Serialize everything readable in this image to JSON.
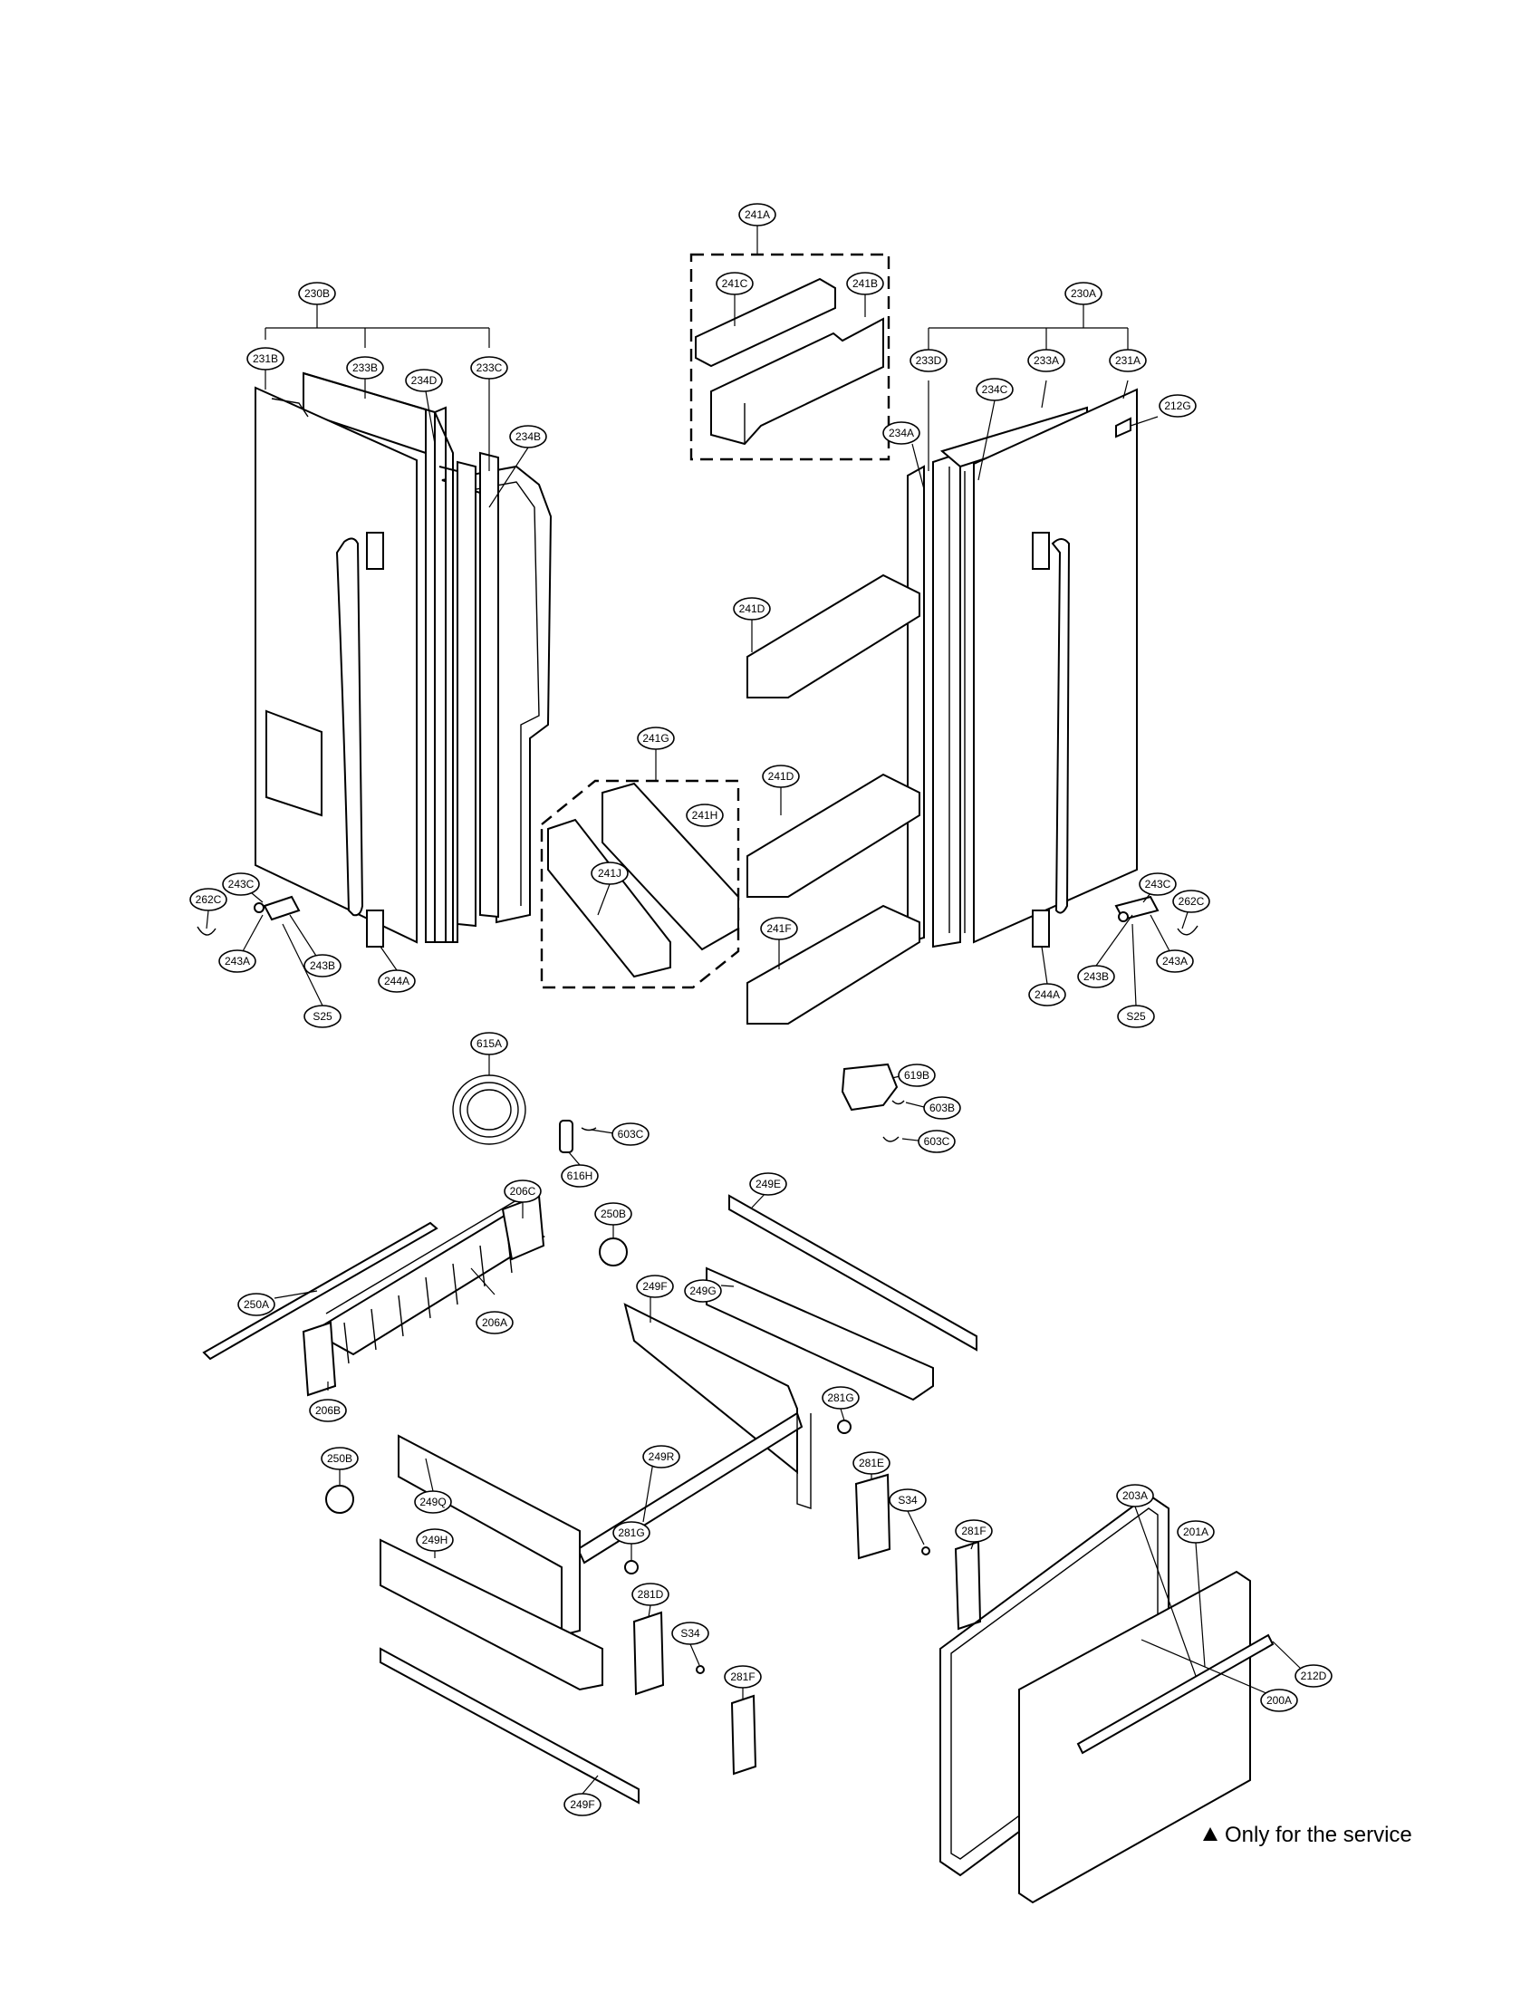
{
  "callouts": [
    {
      "id": "c241A",
      "label": "241A"
    },
    {
      "id": "c241C",
      "label": "241C"
    },
    {
      "id": "c241B",
      "label": "241B"
    },
    {
      "id": "c230B",
      "label": "230B"
    },
    {
      "id": "c231B",
      "label": "231B"
    },
    {
      "id": "c233B",
      "label": "233B"
    },
    {
      "id": "c234D",
      "label": "234D"
    },
    {
      "id": "c233C",
      "label": "233C"
    },
    {
      "id": "c234B",
      "label": "234B"
    },
    {
      "id": "c230A",
      "label": "230A"
    },
    {
      "id": "c233D",
      "label": "233D"
    },
    {
      "id": "c233A",
      "label": "233A"
    },
    {
      "id": "c231A",
      "label": "231A"
    },
    {
      "id": "c234C",
      "label": "234C"
    },
    {
      "id": "c212G",
      "label": "212G"
    },
    {
      "id": "c234A",
      "label": "234A"
    },
    {
      "id": "c241D1",
      "label": "241D"
    },
    {
      "id": "c241G",
      "label": "241G"
    },
    {
      "id": "c241H",
      "label": "241H"
    },
    {
      "id": "c241J",
      "label": "241J"
    },
    {
      "id": "c241D2",
      "label": "241D"
    },
    {
      "id": "c241F",
      "label": "241F"
    },
    {
      "id": "c243C_L",
      "label": "243C"
    },
    {
      "id": "c262C_L",
      "label": "262C"
    },
    {
      "id": "c243A_L",
      "label": "243A"
    },
    {
      "id": "c243B_L",
      "label": "243B"
    },
    {
      "id": "c244A_L",
      "label": "244A"
    },
    {
      "id": "cS25_L",
      "label": "S25"
    },
    {
      "id": "c243C_R",
      "label": "243C"
    },
    {
      "id": "c262C_R",
      "label": "262C"
    },
    {
      "id": "c243A_R",
      "label": "243A"
    },
    {
      "id": "c243B_R",
      "label": "243B"
    },
    {
      "id": "c244A_R",
      "label": "244A"
    },
    {
      "id": "cS25_R",
      "label": "S25"
    },
    {
      "id": "c615A",
      "label": "615A"
    },
    {
      "id": "c603C1",
      "label": "603C"
    },
    {
      "id": "c616H",
      "label": "616H"
    },
    {
      "id": "c619B",
      "label": "619B"
    },
    {
      "id": "c603B",
      "label": "603B"
    },
    {
      "id": "c603C2",
      "label": "603C"
    },
    {
      "id": "c206C",
      "label": "206C"
    },
    {
      "id": "c250B1",
      "label": "250B"
    },
    {
      "id": "c249E",
      "label": "249E"
    },
    {
      "id": "c250A",
      "label": "250A"
    },
    {
      "id": "c206A",
      "label": "206A"
    },
    {
      "id": "c249F1",
      "label": "249F"
    },
    {
      "id": "c249G",
      "label": "249G"
    },
    {
      "id": "c206B",
      "label": "206B"
    },
    {
      "id": "c281G1",
      "label": "281G"
    },
    {
      "id": "c250B2",
      "label": "250B"
    },
    {
      "id": "c249R",
      "label": "249R"
    },
    {
      "id": "c281E",
      "label": "281E"
    },
    {
      "id": "c249Q",
      "label": "249Q"
    },
    {
      "id": "cS34_1",
      "label": "S34"
    },
    {
      "id": "c203A",
      "label": "203A"
    },
    {
      "id": "c281F1",
      "label": "281F"
    },
    {
      "id": "c201A",
      "label": "201A"
    },
    {
      "id": "c249H",
      "label": "249H"
    },
    {
      "id": "c281G2",
      "label": "281G"
    },
    {
      "id": "c281D",
      "label": "281D"
    },
    {
      "id": "cS34_2",
      "label": "S34"
    },
    {
      "id": "c281F2",
      "label": "281F"
    },
    {
      "id": "c212D",
      "label": "212D"
    },
    {
      "id": "c200A",
      "label": "200A"
    },
    {
      "id": "c249F2",
      "label": "249F"
    }
  ],
  "footer": {
    "service_note": "Only for the service"
  }
}
